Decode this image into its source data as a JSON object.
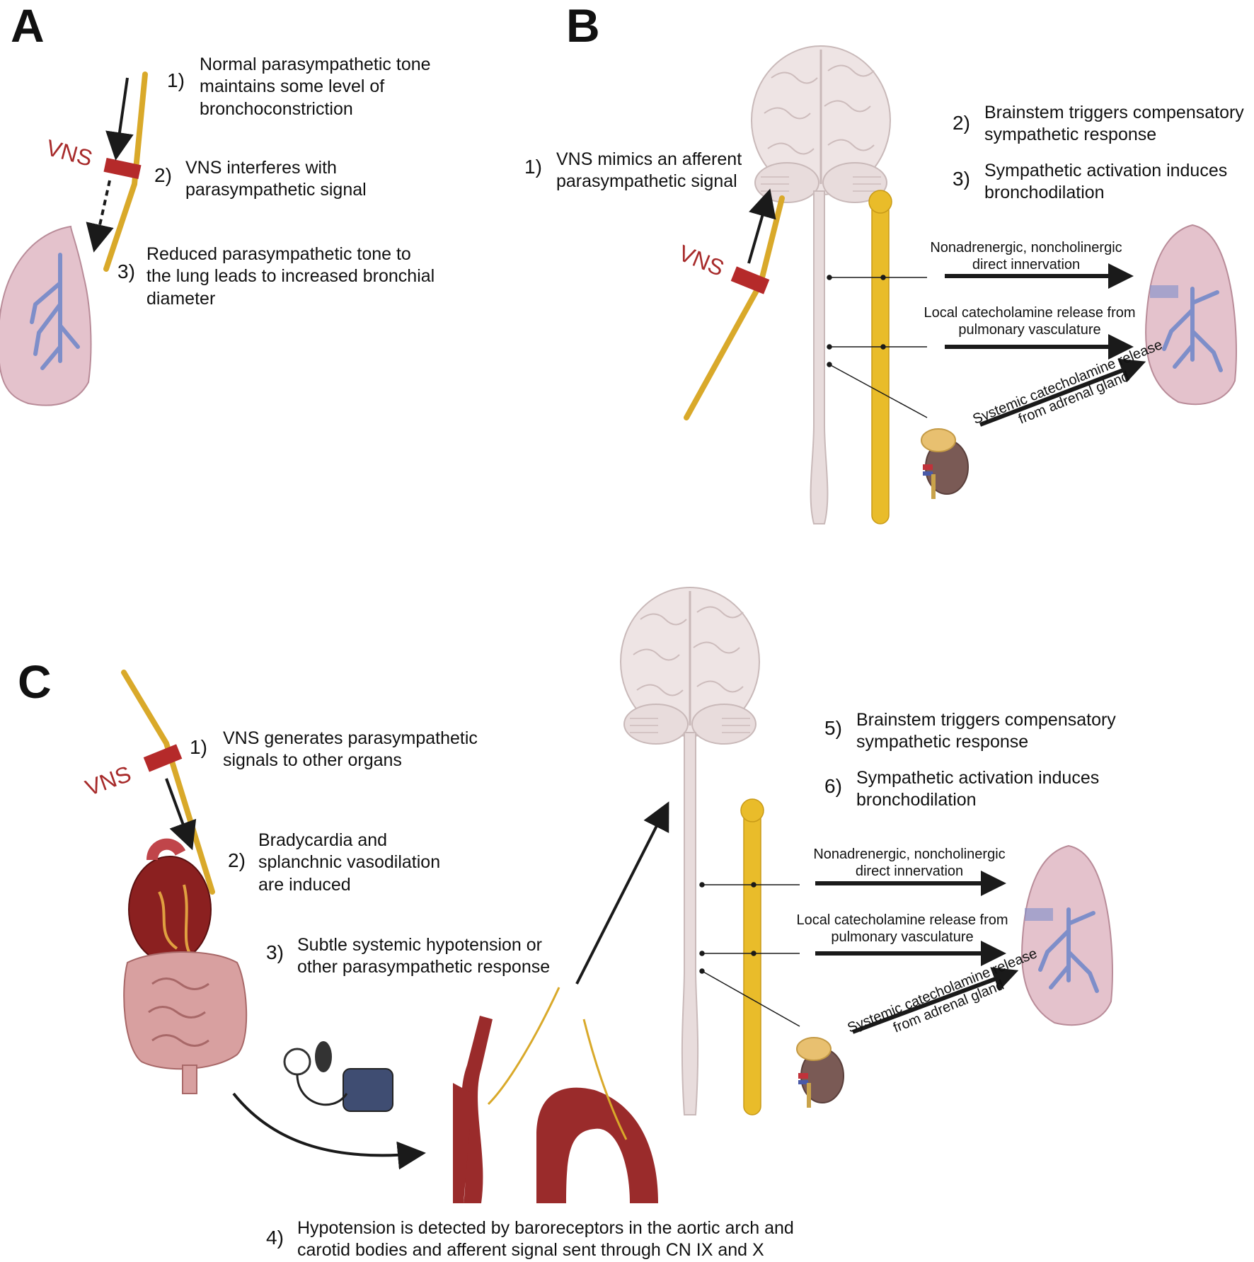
{
  "panels": {
    "A": {
      "letter": "A",
      "vns": "VNS",
      "steps": [
        {
          "num": "1)",
          "text": "Normal parasympathetic tone maintains some level of bronchoconstriction"
        },
        {
          "num": "2)",
          "text": "VNS interferes with parasympathetic signal"
        },
        {
          "num": "3)",
          "text": "Reduced parasympathetic tone to the lung leads to increased bronchial diameter"
        }
      ]
    },
    "B": {
      "letter": "B",
      "vns": "VNS",
      "steps": [
        {
          "num": "1)",
          "text": "VNS mimics an afferent parasympathetic signal"
        },
        {
          "num": "2)",
          "text": "Brainstem triggers compensatory sympathetic response"
        },
        {
          "num": "3)",
          "text": "Sympathetic activation induces bronchodilation"
        }
      ],
      "pathways": [
        "Nonadrenergic, noncholinergic direct innervation",
        "Local catecholamine release from pulmonary vasculature",
        "Systemic catecholamine release from adrenal gland"
      ]
    },
    "C": {
      "letter": "C",
      "vns": "VNS",
      "steps": [
        {
          "num": "1)",
          "text": "VNS generates parasympathetic signals to other organs"
        },
        {
          "num": "2)",
          "text": "Bradycardia and splanchnic vasodilation are induced"
        },
        {
          "num": "3)",
          "text": "Subtle systemic hypotension or other parasympathetic response"
        },
        {
          "num": "4)",
          "text": "Hypotension is detected by baroreceptors in the aortic arch and carotid bodies and afferent signal sent through CN IX and X"
        },
        {
          "num": "5)",
          "text": "Brainstem triggers compensatory sympathetic response"
        },
        {
          "num": "6)",
          "text": "Sympathetic activation induces bronchodilation"
        }
      ],
      "pathways": [
        "Nonadrenergic, noncholinergic direct innervation",
        "Local catecholamine release from pulmonary vasculature",
        "Systemic catecholamine release from adrenal gland"
      ]
    }
  },
  "colors": {
    "nerve": "#d9a92a",
    "vns_band": "#b52a2a",
    "lung": "#e4c2cc",
    "bronchi": "#7e8ec9",
    "brain": "#ede3e3",
    "spine": "#e8dcdc",
    "sympathetic_chain": "#e9bc2a",
    "artery": "#9a2b2b"
  }
}
